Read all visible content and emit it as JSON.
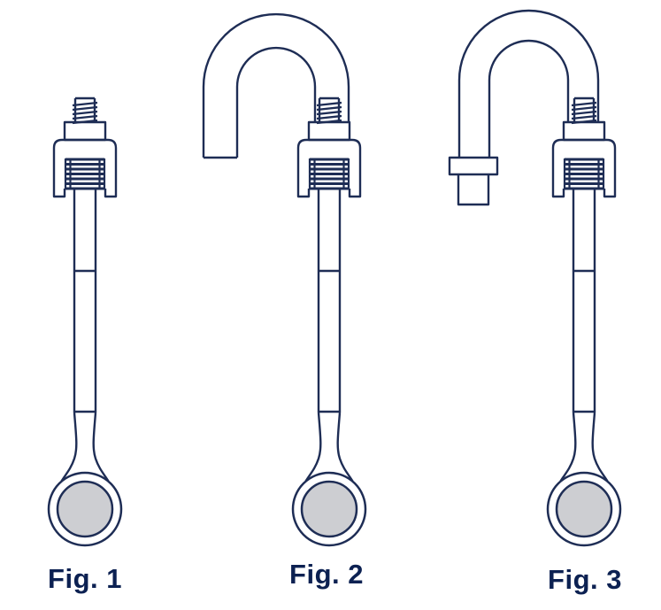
{
  "diagram": {
    "figures": [
      {
        "label": "Fig. 1"
      },
      {
        "label": "Fig. 2"
      },
      {
        "label": "Fig. 3"
      }
    ]
  },
  "colors": {
    "line": "#1e2d55",
    "label_text": "#0c2152",
    "mirror_fill": "#cdced2",
    "background": "#ffffff"
  }
}
